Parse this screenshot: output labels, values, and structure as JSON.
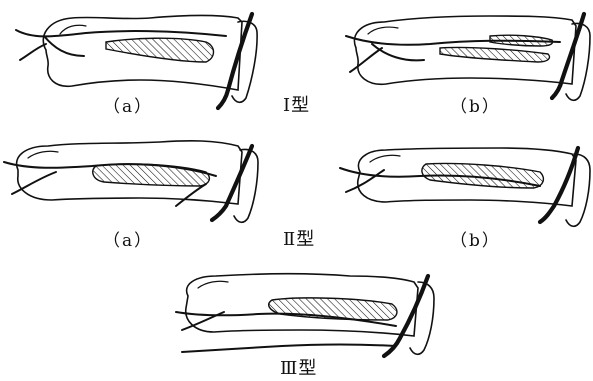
{
  "figure": {
    "sub_labels": {
      "type1_a": "（a）",
      "type1_b": "（b）",
      "type2_a": "（a）",
      "type2_b": "（b）"
    },
    "type_labels": {
      "type1": "Ⅰ型",
      "type2": "Ⅱ型",
      "type3": "Ⅲ型"
    },
    "colors": {
      "line": "#111111",
      "background": "#ffffff"
    }
  }
}
